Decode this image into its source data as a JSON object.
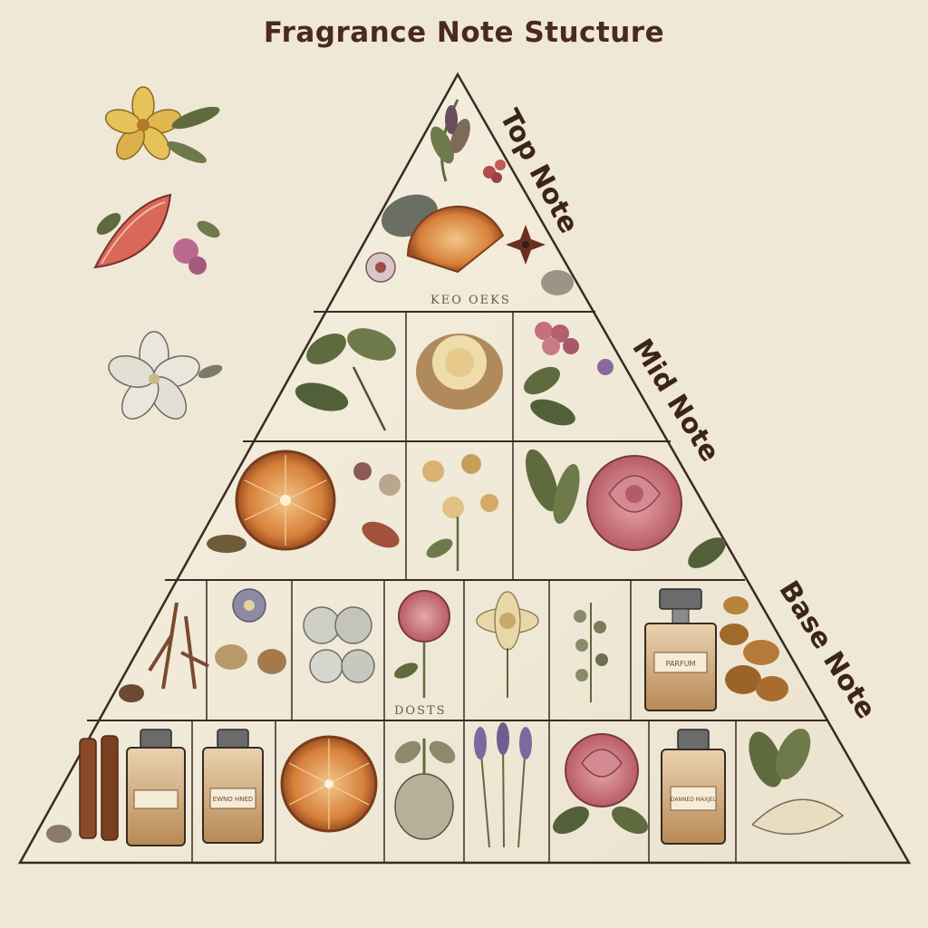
{
  "title": "Fragrance Note Stucture",
  "labels": {
    "top": "Top Note",
    "mid": "Mid Note",
    "base": "Base Note"
  },
  "captions": {
    "top_tier": "KEO OEKS",
    "base_tier": "DOSTS",
    "bottle_a": "PARFUM",
    "bottle_b": "EWNO HNED",
    "bottle_c": "DANNED MAXJEL"
  },
  "colors": {
    "background": "#efe8d6",
    "line": "#3a2a22",
    "title": "#4a2a1c",
    "orange": "#d7803a",
    "rose": "#c9727a",
    "leaf": "#5f6b3e",
    "lavender": "#7b6a9e",
    "amber": "#c69a63"
  }
}
